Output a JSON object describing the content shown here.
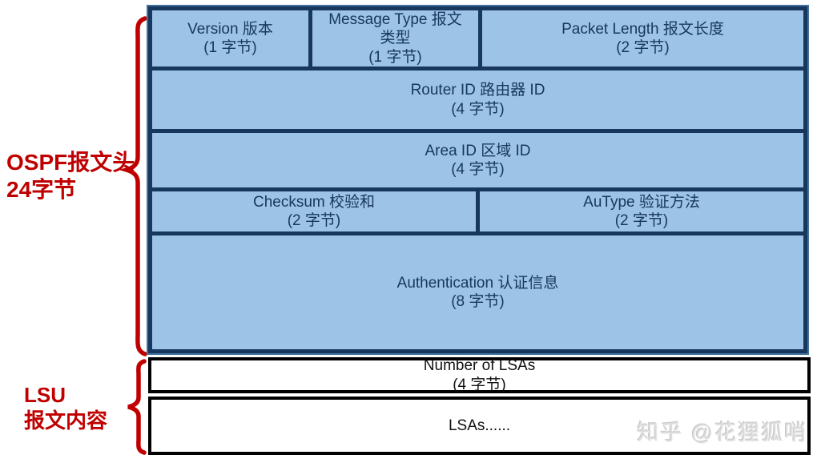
{
  "colors": {
    "cell_fill": "#9DC3E6",
    "cell_border": "#17375E",
    "outer_rim": "#41719C",
    "white_cell_border": "#000000",
    "annotation_red": "#C00000",
    "watermark_gray": "#DBDBDB"
  },
  "annotations": {
    "ospf_header": {
      "line1": "OSPF报文头",
      "line2": "24字节"
    },
    "lsu": {
      "line1": "LSU",
      "line2": "报文内容"
    }
  },
  "header_fields": {
    "version": {
      "label": "Version 版本",
      "size": "(1 字节)"
    },
    "message_type": {
      "label": "Message Type 报文类型",
      "size": "(1 字节)"
    },
    "packet_length": {
      "label": "Packet Length 报文长度",
      "size": "(2 字节)"
    },
    "router_id": {
      "label": "Router ID 路由器 ID",
      "size": "(4 字节)"
    },
    "area_id": {
      "label": "Area ID 区域 ID",
      "size": "(4 字节)"
    },
    "checksum": {
      "label": "Checksum 校验和",
      "size": "(2 字节)"
    },
    "autype": {
      "label": "AuType 验证方法",
      "size": "(2 字节)"
    },
    "authentication": {
      "label": "Authentication 认证信息",
      "size": "(8 字节)"
    }
  },
  "lsu_fields": {
    "number_of_lsas": {
      "label": "Number of LSAs",
      "size": "(4 字节)"
    },
    "lsas": {
      "label": "LSAs......"
    }
  },
  "watermark": "知乎 @花狸狐哨"
}
